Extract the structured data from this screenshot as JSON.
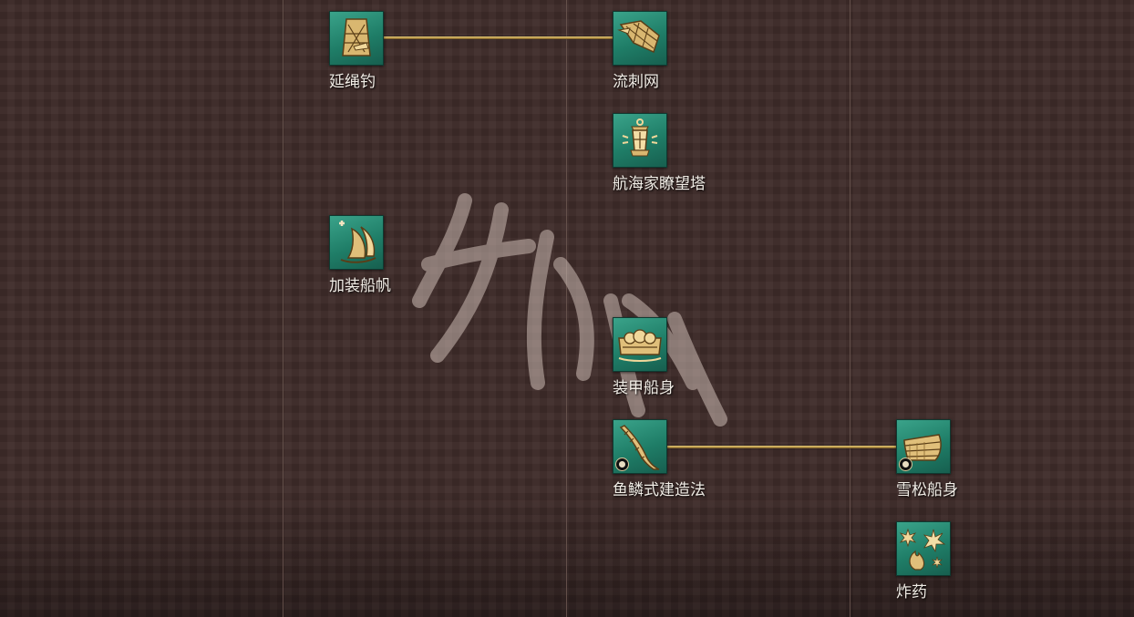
{
  "colors": {
    "background": "#3f2c2a",
    "icon_background": "#2a8c74",
    "connector": "#c9a85a",
    "label_text": "#f1ede6"
  },
  "techs": {
    "longline": {
      "label": "延绳钓",
      "icon": "longline-net-icon"
    },
    "driftnet": {
      "label": "流刺网",
      "icon": "drift-net-icon"
    },
    "watchtower": {
      "label": "航海家瞭望塔",
      "icon": "lantern-icon"
    },
    "extrasails": {
      "label": "加装船帆",
      "icon": "sail-icon"
    },
    "armored": {
      "label": "装甲船身",
      "icon": "armored-hull-icon"
    },
    "clinker": {
      "label": "鱼鳞式建造法",
      "icon": "keel-icon"
    },
    "cedar": {
      "label": "雪松船身",
      "icon": "cedar-hull-icon"
    },
    "gunpowder": {
      "label": "炸药",
      "icon": "explosion-icon"
    }
  }
}
